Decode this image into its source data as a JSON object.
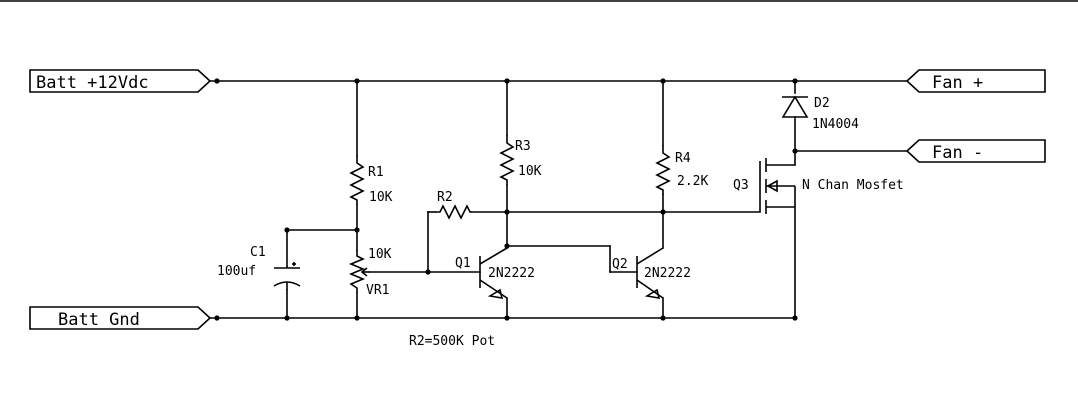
{
  "ports": {
    "batt_plus": "Batt +12Vdc",
    "batt_gnd": "Batt Gnd",
    "fan_plus": "Fan +",
    "fan_minus": "Fan -"
  },
  "components": {
    "r1": {
      "ref": "R1",
      "value": "10K"
    },
    "r2": {
      "ref": "R2"
    },
    "r3": {
      "ref": "R3",
      "value": "10K"
    },
    "r4": {
      "ref": "R4",
      "value": "2.2K"
    },
    "vr1": {
      "ref": "VR1",
      "value": "10K"
    },
    "c1": {
      "ref": "C1",
      "value": "100uf"
    },
    "q1": {
      "ref": "Q1",
      "value": "2N2222"
    },
    "q2": {
      "ref": "Q2",
      "value": "2N2222"
    },
    "q3": {
      "ref": "Q3",
      "value": "N Chan Mosfet"
    },
    "d2": {
      "ref": "D2",
      "value": "1N4004"
    }
  },
  "notes": {
    "r2_note": "R2=500K Pot"
  },
  "colors": {
    "line": "#000000",
    "background": "#ffffff"
  }
}
